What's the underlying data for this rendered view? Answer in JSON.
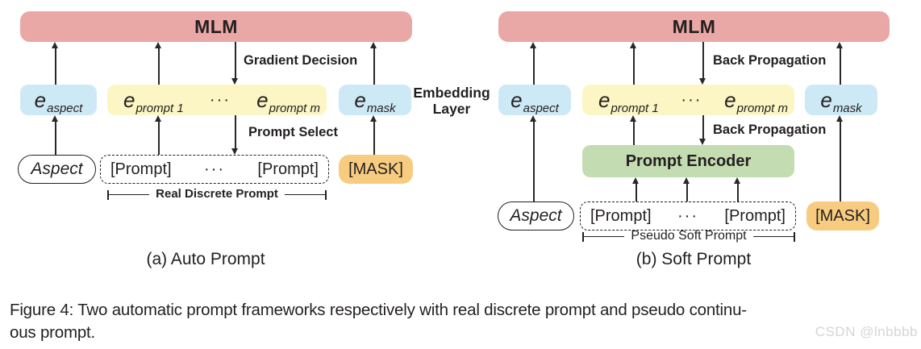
{
  "middle_label": "Embedding Layer",
  "panels": [
    {
      "mlm": "MLM",
      "top_flow_label": "Gradient Decision",
      "mid_flow_label": "Prompt Select",
      "embeddings": {
        "aspect": {
          "base": "e",
          "sub": "aspect"
        },
        "prompt_first": {
          "base": "e",
          "sub": "prompt 1"
        },
        "dots": "···",
        "prompt_last": {
          "base": "e",
          "sub": "prompt m"
        },
        "mask": {
          "base": "e",
          "sub": "mask"
        }
      },
      "tokens": {
        "aspect": "Aspect",
        "prompt": "[Prompt]",
        "dots": "···",
        "mask": "[MASK]"
      },
      "bracket_label": "Real Discrete Prompt",
      "caption": "(a) Auto Prompt"
    },
    {
      "mlm": "MLM",
      "top_flow_label": "Back Propagation",
      "mid_flow_label": "Back Propagation",
      "encoder": "Prompt Encoder",
      "embeddings": {
        "aspect": {
          "base": "e",
          "sub": "aspect"
        },
        "prompt_first": {
          "base": "e",
          "sub": "prompt 1"
        },
        "dots": "···",
        "prompt_last": {
          "base": "e",
          "sub": "prompt m"
        },
        "mask": {
          "base": "e",
          "sub": "mask"
        }
      },
      "tokens": {
        "aspect": "Aspect",
        "prompt": "[Prompt]",
        "dots": "···",
        "mask": "[MASK]"
      },
      "bracket_label": "Pseudo Soft Prompt",
      "caption": "(b) Soft Prompt"
    }
  ],
  "figure_caption": {
    "line1": "Figure 4: Two automatic prompt frameworks respectively with real discrete prompt and pseudo continu-",
    "line2": "ous prompt."
  },
  "watermark": "CSDN @lnbbbb",
  "colors": {
    "mlm_pink": "#e9a8a5",
    "embedding_blue": "#cde9f6",
    "embedding_yellow": "#fbf6c3",
    "encoder_green": "#c4dcb1",
    "mask_orange": "#f7cc80",
    "text": "#231f20",
    "watermark_gray": "#d8d4d4"
  }
}
